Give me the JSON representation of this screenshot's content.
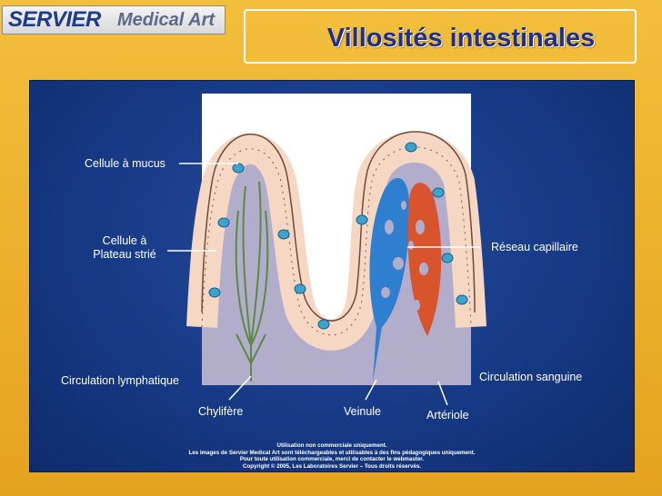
{
  "header": {
    "logo_primary": "SERVIER",
    "logo_secondary": "Medical Art",
    "title": "Villosités intestinales"
  },
  "labels": {
    "mucus_cell": "Cellule à mucus",
    "brush_border_line1": "Cellule à",
    "brush_border_line2": "Plateau strié",
    "capillary_network": "Réseau capillaire",
    "lymphatic_circulation": "Circulation lymphatique",
    "blood_circulation": "Circulation sanguine",
    "lacteal": "Chylifère",
    "venule": "Veinule",
    "arteriole": "Artériole"
  },
  "footer": {
    "line1": "Utilisation non commerciale uniquement.",
    "line2": "Les images de Servier Medical Art sont téléchargeables et utilisables à des fins pédagogiques uniquement.",
    "line3": "Pour toute utilisation commerciale, merci de contacter le webmaster.",
    "line4": "Copyright © 2005, Les Laboratoires Servier – Tous droits réservés."
  },
  "colors": {
    "frame": "#e9a92a",
    "title_text": "#1f2f8a",
    "panel_blue": "#163a86",
    "tissue_lilac": "#b3adcc",
    "cell_pink": "#f6d7c3",
    "lacteal_green": "#5b8a42",
    "venule_blue": "#2f7fd0",
    "arteriole_red": "#d9532c",
    "mucus_cell_blue": "#3aa3cf"
  }
}
